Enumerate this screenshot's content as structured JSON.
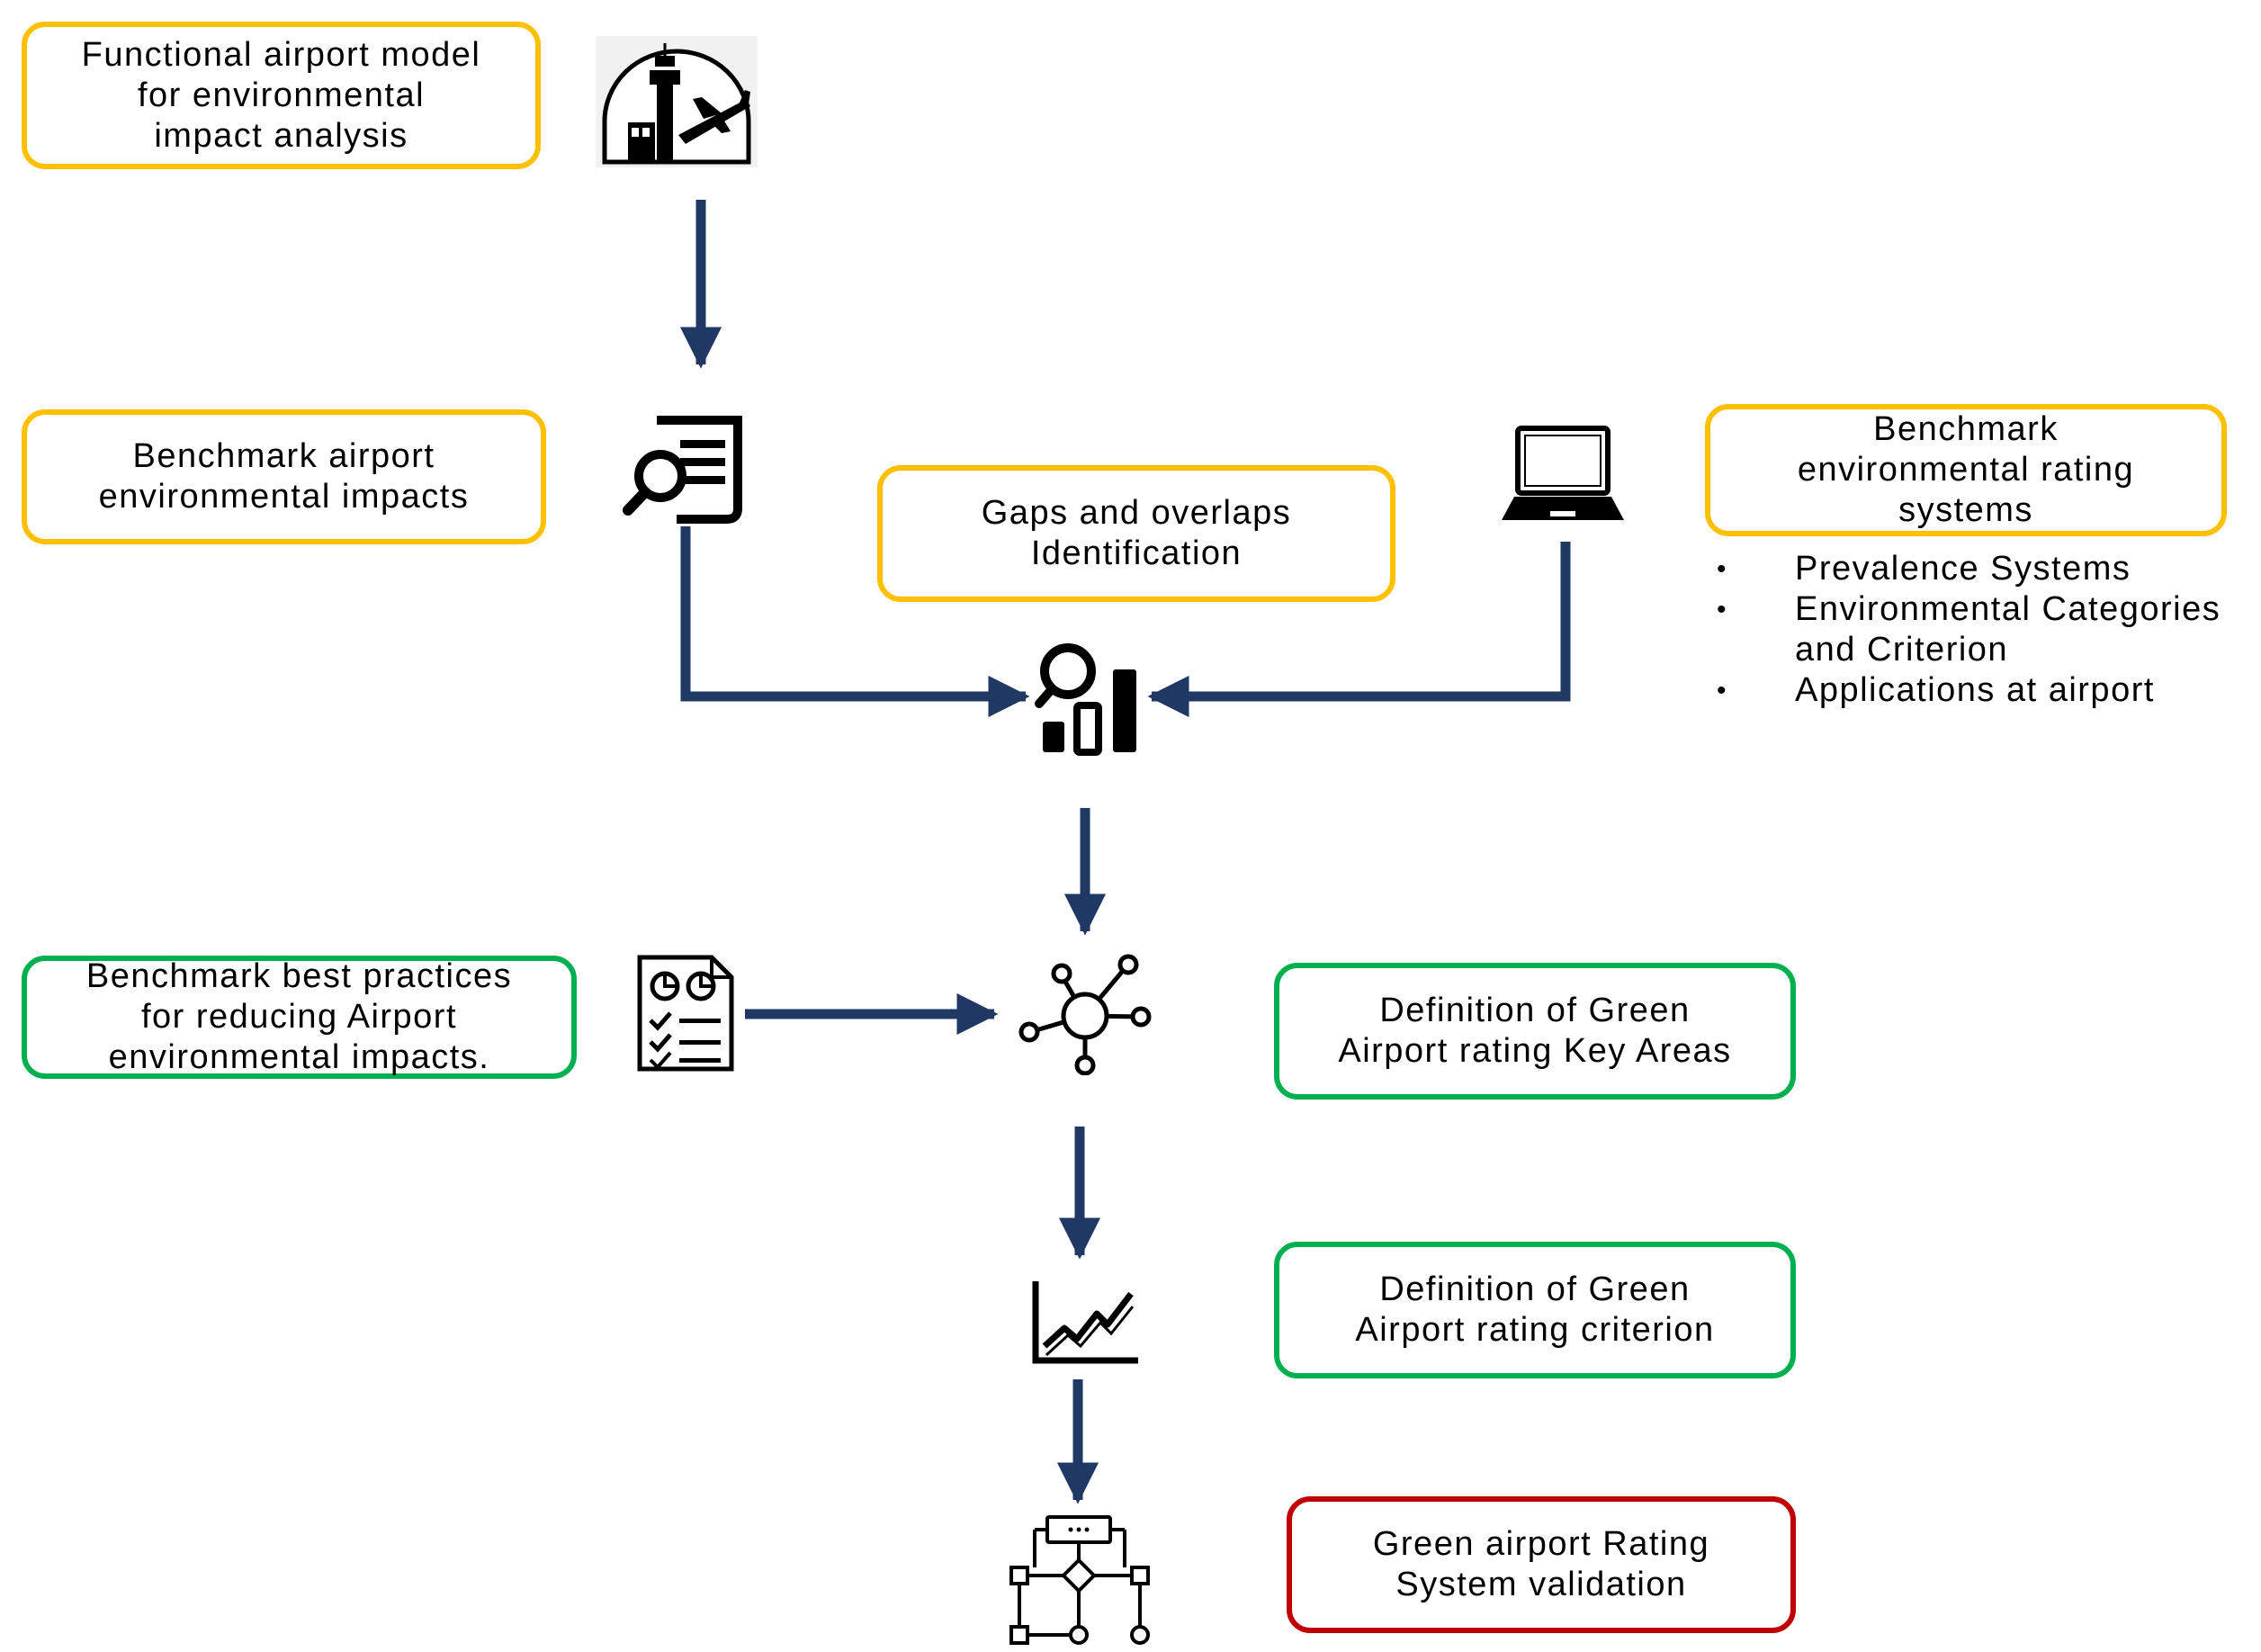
{
  "boxes": {
    "functional_model": [
      "Functional airport model",
      "for  environmental",
      "impact analysis"
    ],
    "benchmark_impacts": [
      "Benchmark airport",
      "environmental impacts"
    ],
    "gaps": [
      "Gaps and overlaps",
      "Identification"
    ],
    "benchmark_rating": [
      "Benchmark",
      "environmental rating",
      "systems"
    ],
    "best_practices": [
      "Benchmark  best practices",
      "for reducing Airport",
      "environmental impacts."
    ],
    "key_areas": [
      "Definition  of Green",
      "Airport rating Key Areas"
    ],
    "criterion": [
      "Definition  of Green",
      "Airport rating criterion"
    ],
    "validation": [
      "Green airport Rating",
      "System validation"
    ]
  },
  "bullets": [
    [
      "Prevalence Systems"
    ],
    [
      "Environmental Categories",
      "and Criterion"
    ],
    [
      "Applications at airport"
    ]
  ],
  "icons": [
    "airport-tower-plane-icon",
    "search-document-icon",
    "laptop-icon",
    "analytics-search-icon",
    "checklist-report-icon",
    "network-hub-icon",
    "line-chart-icon",
    "flowchart-icon"
  ],
  "colors": {
    "arrow": "#1F3864",
    "yellow_border": "#FFC000",
    "green_border": "#00B050",
    "red_border": "#C00000"
  }
}
